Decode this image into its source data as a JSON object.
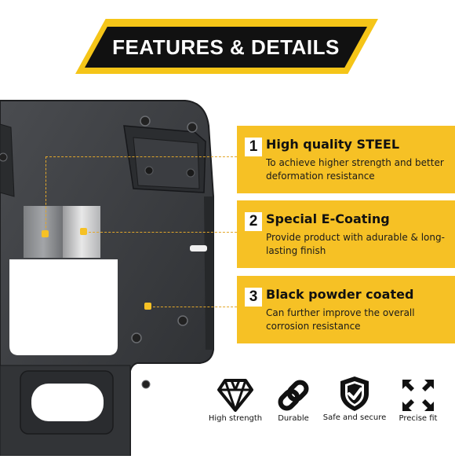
{
  "header": {
    "title": "FEATURES & DETAILS"
  },
  "features": [
    {
      "number": "1",
      "title": "High quality STEEL",
      "description": "To achieve higher strength and better deformation resistance"
    },
    {
      "number": "2",
      "title": "Special E-Coating",
      "description": "Provide product with adurable & long-lasting finish"
    },
    {
      "number": "3",
      "title": "Black powder coated",
      "description": "Can further improve the overall corrosion resistance"
    }
  ],
  "badges": [
    {
      "label": "High strength",
      "icon": "diamond-icon"
    },
    {
      "label": "Durable",
      "icon": "chain-link-icon"
    },
    {
      "label": "Safe and secure",
      "icon": "shield-check-icon"
    },
    {
      "label": "Precise fit",
      "icon": "expand-arrows-icon"
    }
  ],
  "colors": {
    "accent": "#f6c125",
    "dark": "#111111",
    "plate": "#3a3c3f"
  }
}
